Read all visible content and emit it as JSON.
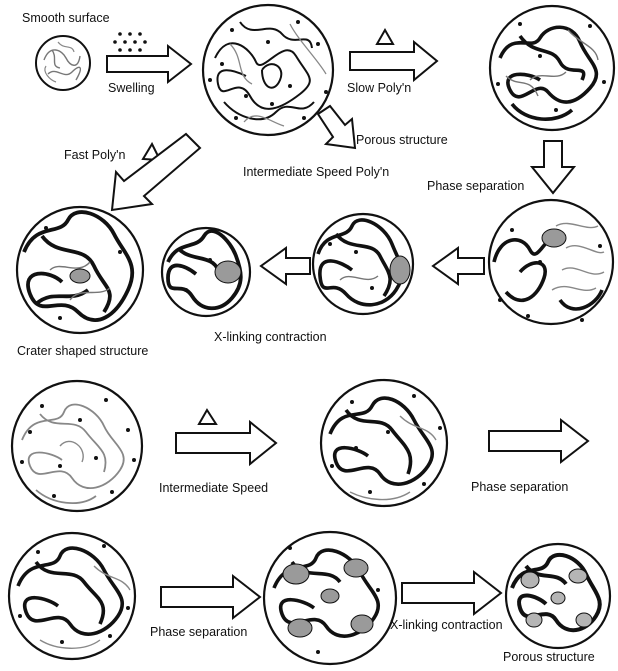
{
  "labels": {
    "smooth_surface": "Smooth surface",
    "swelling": "Swelling",
    "slow_polyn": "Slow Poly'n",
    "porous_structure_top": "Porous structure",
    "intermediate_speed_polyn": "Intermediate Speed Poly'n",
    "fast_polyn": "Fast Poly'n",
    "phase_separation_top": "Phase separation",
    "crater_shaped_structure": "Crater shaped structure",
    "xlinking_contraction_top": "X-linking contraction",
    "intermediate_speed": "Intermediate Speed",
    "phase_separation_mid": "Phase separation",
    "phase_separation_bottom": "Phase separation",
    "xlinking_contraction_bottom": "X-linking contraction",
    "porous_structure_bottom": "Porous structure"
  },
  "colors": {
    "ink": "#111111",
    "thin_strand": "#7a7a7a",
    "dense_region": "#9a9a9a"
  },
  "symbols": {
    "heat": "delta-triangle-icon",
    "monomer": "dots-icon"
  }
}
